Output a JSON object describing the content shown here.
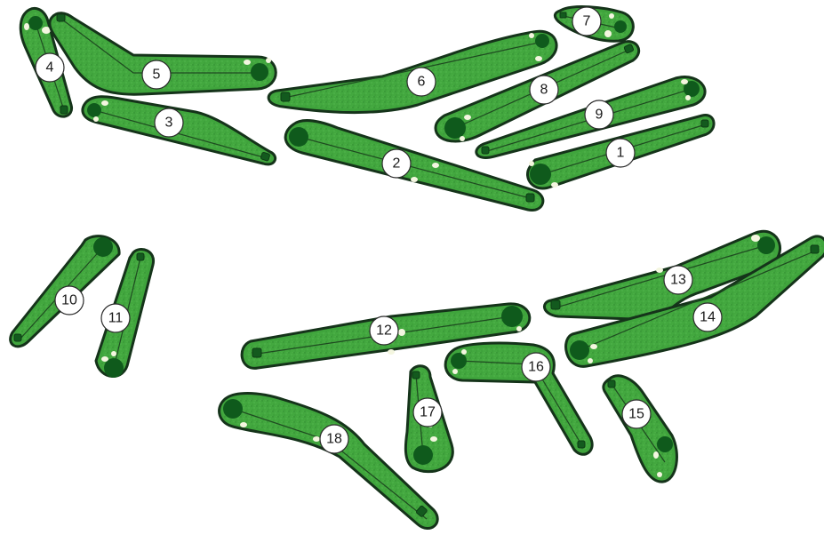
{
  "map": {
    "colors": {
      "fairway": "#3fa43c",
      "outline": "#15331a",
      "green": "#0f5a1c",
      "bunker": "#f4f6e0",
      "badge_fill": "#ffffff"
    },
    "holes": [
      {
        "number": "1"
      },
      {
        "number": "2"
      },
      {
        "number": "3"
      },
      {
        "number": "4"
      },
      {
        "number": "5"
      },
      {
        "number": "6"
      },
      {
        "number": "7"
      },
      {
        "number": "8"
      },
      {
        "number": "9"
      },
      {
        "number": "10"
      },
      {
        "number": "11"
      },
      {
        "number": "12"
      },
      {
        "number": "13"
      },
      {
        "number": "14"
      },
      {
        "number": "15"
      },
      {
        "number": "16"
      },
      {
        "number": "17"
      },
      {
        "number": "18"
      }
    ]
  }
}
